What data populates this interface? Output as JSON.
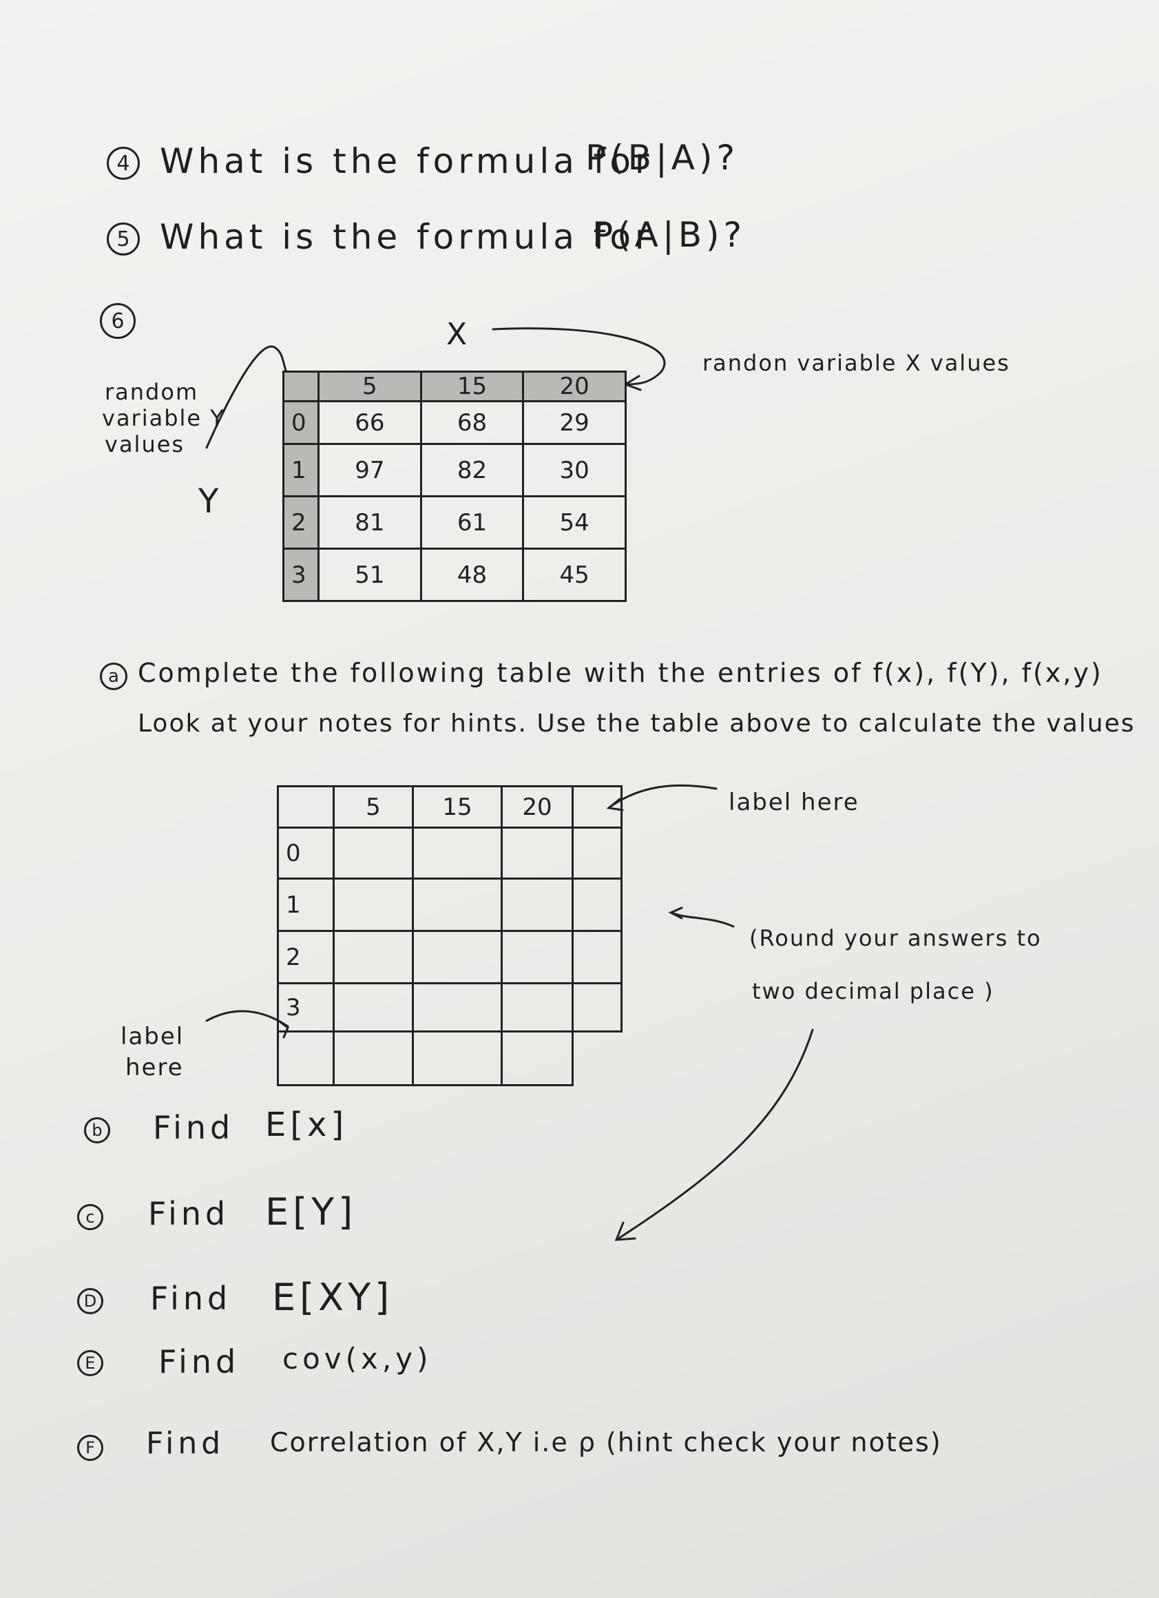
{
  "q4": {
    "num": "4",
    "text": "What is the formula for",
    "expr": "P(B|A)?"
  },
  "q5": {
    "num": "5",
    "text": "What is the formula for",
    "expr": "P(A|B)?"
  },
  "q6": {
    "num": "6"
  },
  "x_axis_label": "X",
  "x_axis_note": "randon variable X values",
  "y_axis_note": [
    "random",
    "variable Y",
    "values"
  ],
  "y_axis_label": "Y",
  "joint_table": {
    "col_headers": [
      "5",
      "15",
      "20"
    ],
    "rows": [
      {
        "y": "0",
        "cells": [
          "66",
          "68",
          "29"
        ]
      },
      {
        "y": "1",
        "cells": [
          "97",
          "82",
          "30"
        ]
      },
      {
        "y": "2",
        "cells": [
          "81",
          "61",
          "54"
        ]
      },
      {
        "y": "3",
        "cells": [
          "51",
          "48",
          "45"
        ]
      }
    ]
  },
  "part_a": {
    "label": "a",
    "line1": "Complete the following table with the entries of f(x), f(Y), f(x,y)",
    "line2": "Look at your notes for hints. Use the table above to calculate the values"
  },
  "blank_table": {
    "col_headers": [
      "5",
      "15",
      "20"
    ],
    "row_headers": [
      "0",
      "1",
      "2",
      "3"
    ]
  },
  "label_here_top": "label here",
  "label_here_bottom": [
    "label",
    "here"
  ],
  "round_note": [
    "(Round your answers to",
    "two decimal place )"
  ],
  "part_b": {
    "label": "b",
    "text": "Find",
    "expr": "E[x]"
  },
  "part_c": {
    "label": "c",
    "text": "Find",
    "expr": "E[Y]"
  },
  "part_d": {
    "label": "D",
    "text": "Find",
    "expr": "E[XY]"
  },
  "part_e": {
    "label": "E",
    "text": "Find",
    "expr": "cov(x,y)"
  },
  "part_f": {
    "label": "F",
    "text": "Find",
    "expr": "Correlation of X,Y i.e ρ (hint check your notes)"
  }
}
